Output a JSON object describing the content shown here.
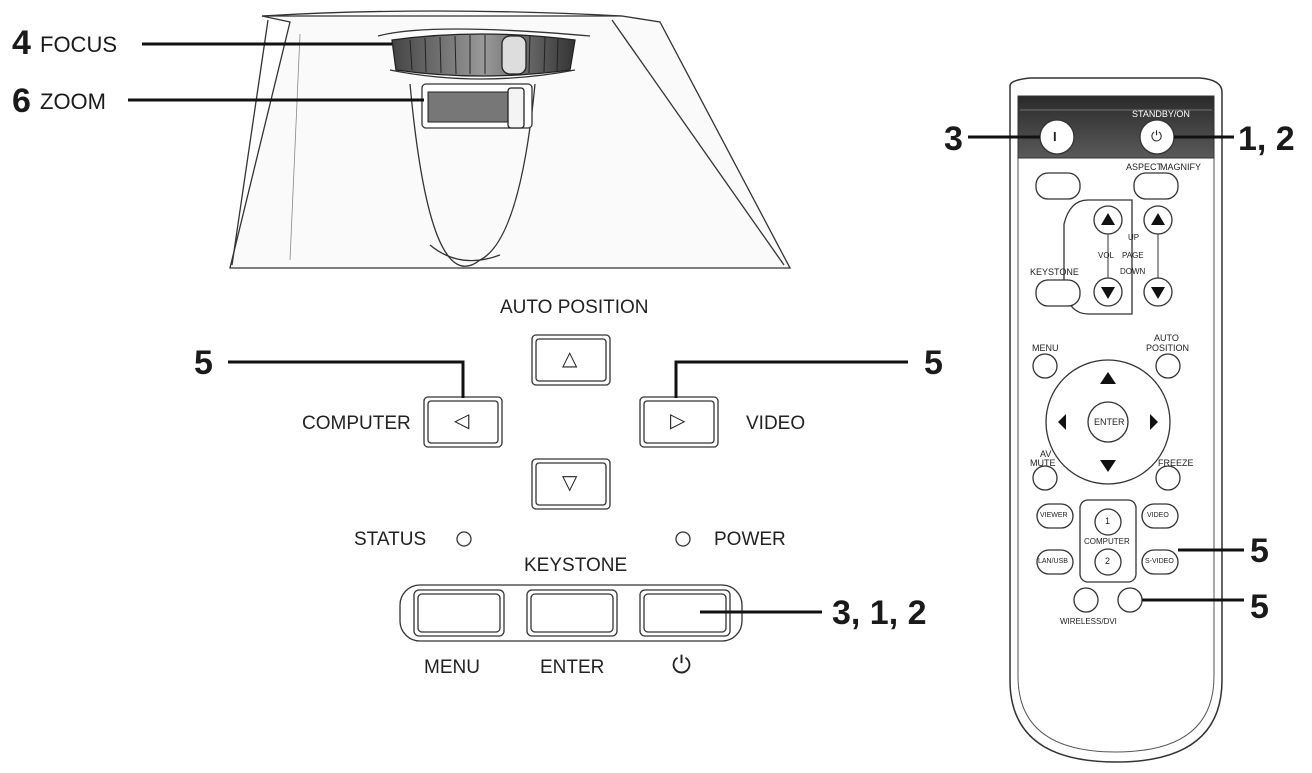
{
  "projector": {
    "focus_num": "4",
    "focus_label": "FOCUS",
    "zoom_num": "6",
    "zoom_label": "ZOOM"
  },
  "panel": {
    "auto_position": "AUTO POSITION",
    "computer": "COMPUTER",
    "video": "VIDEO",
    "status": "STATUS",
    "power": "POWER",
    "keystone": "KEYSTONE",
    "menu": "MENU",
    "enter": "ENTER",
    "up_arrow": "△",
    "down_arrow": "▽",
    "left_arrow": "◁",
    "right_arrow": "▷",
    "power_symbol": "⏻"
  },
  "callouts": {
    "left_5": "5",
    "right_5": "5",
    "panel_power": "3, 1, 2",
    "remote_on": "3",
    "remote_standby": "1, 2",
    "remote_source": "5",
    "remote_wireless": "5"
  },
  "remote": {
    "standby_on": "STANDBY/ON",
    "on_symbol": "I",
    "standby_symbol": "⏻",
    "aspect": "ASPECT",
    "magnify": "MAGNIFY",
    "up": "UP",
    "vol": "VOL",
    "page": "PAGE",
    "down": "DOWN",
    "keystone": "KEYSTONE",
    "menu": "MENU",
    "auto_position_1": "AUTO",
    "auto_position_2": "POSITION",
    "enter": "ENTER",
    "av_mute_1": "AV",
    "av_mute_2": "MUTE",
    "freeze": "FREEZE",
    "viewer": "VIEWER",
    "video": "VIDEO",
    "usb": "LAN/USB",
    "s_video": "S-VIDEO",
    "computer": "COMPUTER",
    "computer_1": "1",
    "computer_2": "2",
    "wireless": "WIRELESS/DVI"
  }
}
